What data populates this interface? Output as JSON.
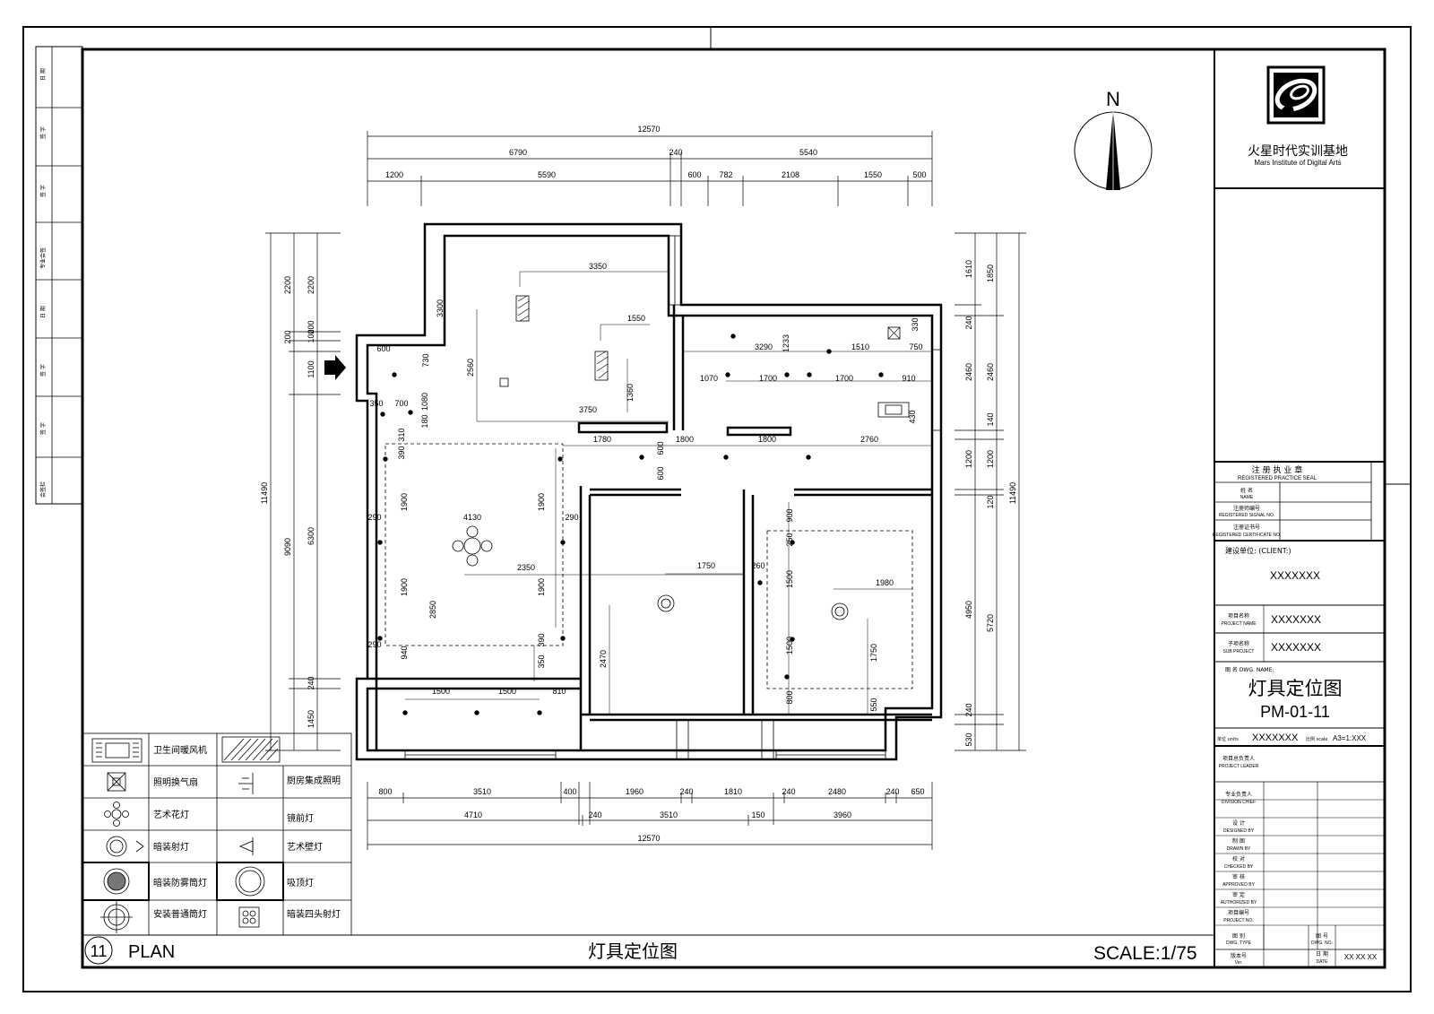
{
  "sheet": {
    "plan_number": "11",
    "plan_label": "PLAN",
    "plan_title": "灯具定位图",
    "scale": "SCALE:1/75",
    "north": "N"
  },
  "title_block": {
    "company_cn": "火星时代实训基地",
    "company_en": "Mars Institute of Digital Arts",
    "seal_cn": "注 册 执 业 章",
    "seal_en": "REGISTERED PRACTICE SEAL",
    "seal_rows": [
      {
        "cn": "姓 名",
        "en": "NAME"
      },
      {
        "cn": "注册师编号",
        "en": "REGISTERED SIGNAL NO."
      },
      {
        "cn": "注册证书号",
        "en": "REGISTERED CERTIFICATE NO."
      }
    ],
    "client_label": "建设单位: (CLIENT:)",
    "client_value": "XXXXXXX",
    "project_label_cn": "项目名称",
    "project_label_en": "PROJECT NAME",
    "project_value": "XXXXXXX",
    "subproject_label_cn": "子项名称",
    "subproject_label_en": "SUB PROJECT",
    "subproject_value": "XXXXXXX",
    "drawing_name_label": "图 名 DWG. NAME:",
    "drawing_title": "灯具定位图",
    "drawing_code": "PM-01-11",
    "units_label": "单位 units",
    "units_value": "XXXXXXX",
    "scale_label": "比例 scale",
    "scale_value": "A3=1:XXX",
    "sign_rows": [
      {
        "cn": "项目总负责人",
        "en": "PROJECT LEADER"
      },
      {
        "cn": "专业负责人",
        "en": "DIVISION CHIEF"
      },
      {
        "cn": "设 计",
        "en": "DESIGNED BY"
      },
      {
        "cn": "制 图",
        "en": "DRAWN BY"
      },
      {
        "cn": "校 对",
        "en": "CHECKED BY"
      },
      {
        "cn": "审 核",
        "en": "APPROVED BY"
      },
      {
        "cn": "审 定",
        "en": "AUTHORIZED BY"
      },
      {
        "cn": "项目编号",
        "en": "PROJECT NO."
      }
    ],
    "footer": {
      "type_cn": "图 别",
      "type_en": "DWG. TYPE",
      "no_cn": "图 号",
      "no_en": "DWG. NO.",
      "ver_cn": "版本号",
      "ver_en": "Ver.",
      "date_cn": "日 期",
      "date_en": "DATE",
      "date_value": "XX XX XX"
    }
  },
  "legend": [
    {
      "label": "卫生间暖风机",
      "icon": "bathroom-heater-icon"
    },
    {
      "label": "厨房集成照明",
      "icon": "kitchen-light-icon"
    },
    {
      "label": "照明换气扇",
      "icon": "exhaust-fan-icon"
    },
    {
      "label": "镜前灯",
      "icon": "mirror-light-icon"
    },
    {
      "label": "艺术花灯",
      "icon": "chandelier-icon"
    },
    {
      "label": "艺术壁灯",
      "icon": "wall-lamp-icon"
    },
    {
      "label": "暗装射灯",
      "icon": "spotlight-icon"
    },
    {
      "label": "吸顶灯",
      "icon": "ceiling-light-icon"
    },
    {
      "label": "暗装防雾筒灯",
      "icon": "fogproof-downlight-icon"
    },
    {
      "label": "暗装四头射灯",
      "icon": "four-head-spotlight-icon"
    },
    {
      "label": "安装普通筒灯",
      "icon": "downlight-icon"
    }
  ],
  "side_strip": [
    "日 期",
    "签 字",
    "签 字",
    "专业会签",
    "日 期",
    "签 字",
    "签 字",
    "会签栏"
  ],
  "dims": {
    "top": [
      "12570",
      "6790",
      "240",
      "5540",
      "1200",
      "5590",
      "600",
      "782",
      "2108",
      "1550",
      "500"
    ],
    "bottom": [
      "800",
      "3510",
      "400",
      "1960",
      "240",
      "1810",
      "240",
      "2480",
      "240",
      "650",
      "4710",
      "240",
      "3510",
      "150",
      "3960",
      "12570"
    ],
    "left": [
      "11490",
      "2200",
      "2200",
      "200",
      "100",
      "200",
      "1100",
      "9090",
      "6300",
      "240",
      "1450"
    ],
    "right": [
      "1610",
      "1850",
      "240",
      "2460",
      "2460",
      "140",
      "1200",
      "1200",
      "120",
      "11490",
      "4950",
      "5720",
      "240",
      "530"
    ],
    "interior": [
      "3350",
      "3300",
      "1550",
      "2560",
      "1360",
      "3750",
      "600",
      "730",
      "350",
      "700",
      "1080",
      "180",
      "3290",
      "1233",
      "1510",
      "750",
      "330",
      "1070",
      "1700",
      "1700",
      "910",
      "430",
      "1780",
      "1800",
      "1800",
      "2760",
      "600",
      "600",
      "390",
      "310",
      "1900",
      "1900",
      "290",
      "290",
      "4130",
      "2350",
      "1900",
      "1900",
      "2850",
      "390",
      "290",
      "940",
      "350",
      "1500",
      "1500",
      "810",
      "1750",
      "260",
      "900",
      "250",
      "1500",
      "1980",
      "2470",
      "1500",
      "1750",
      "800",
      "550"
    ]
  }
}
